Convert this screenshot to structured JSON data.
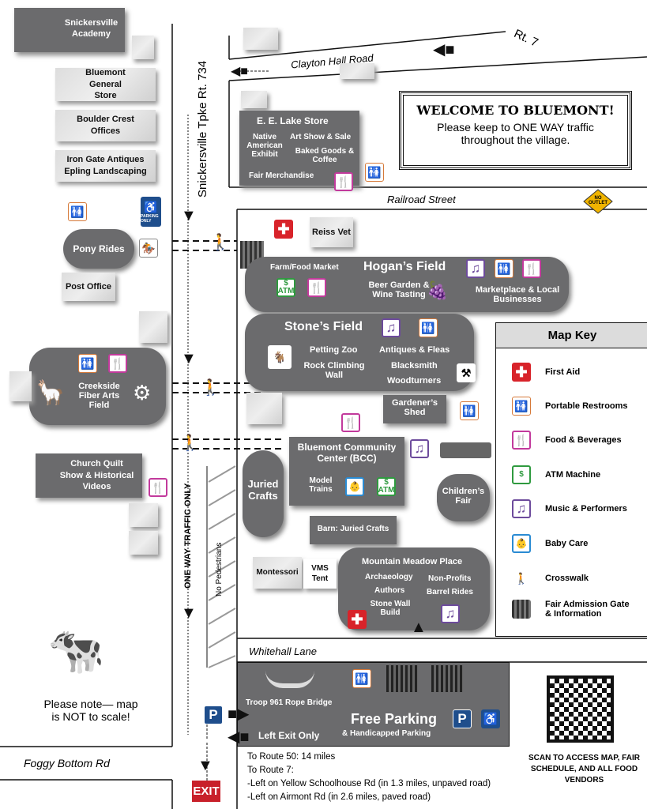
{
  "roads": {
    "clayton": "Clayton Hall Road",
    "rt7": "Rt. 7",
    "snickersville": "Snickersville Tpke Rt. 734",
    "railroad": "Railroad Street",
    "whitehall": "Whitehall Lane",
    "foggy": "Foggy Bottom Rd",
    "one_way": "ONE  WAY TRAFFIC ONLY",
    "no_ped": "No Pedestrians",
    "no_outlet": "NO OUTLET"
  },
  "welcome": {
    "title": "WELCOME TO BLUEMONT!",
    "text": "Please keep to ONE WAY traffic throughout the village."
  },
  "buildings": {
    "academy": "Snickersville Academy",
    "general_store": "Bluemont General Store",
    "boulder": "Boulder Crest Offices",
    "irongate": "Iron Gate Antiques",
    "epling": "Epling Landscaping",
    "pony": "Pony Rides",
    "post": "Post Office",
    "creekside": "Creekside Fiber Arts Field",
    "church": "Church Quilt Show & Historical Videos",
    "reiss": "Reiss Vet",
    "parking_only": "PARKING ONLY"
  },
  "lake_store": {
    "title": "E. E. Lake Store",
    "native": "Native American Exhibit",
    "art": "Art Show & Sale",
    "baked": "Baked Goods & Coffee",
    "merch": "Fair Merchandise"
  },
  "hogans": {
    "title": "Hogan’s Field",
    "farm": "Farm/Food Market",
    "beer": "Beer Garden & Wine Tasting",
    "market": "Marketplace & Local Businesses"
  },
  "stones": {
    "title": "Stone’s Field",
    "zoo": "Petting Zoo",
    "climb": "Rock Climbing Wall",
    "antiques": "Antiques & Fleas",
    "smith": "Blacksmith",
    "wood": "Woodturners"
  },
  "gardener": "Gardener’s Shed",
  "bcc": {
    "title": "Bluemont Community Center (BCC)",
    "trains": "Model Trains"
  },
  "juried": "Juried Crafts",
  "children": "Children’s Fair",
  "barn": "Barn: Juried Crafts",
  "montessori": "Montessori",
  "vms": "VMS Tent",
  "meadow": {
    "title": "Mountain Meadow Place",
    "arch": "Archaeology",
    "authors": "Authors",
    "stone": "Stone Wall Build",
    "nonprofit": "Non-Profits",
    "barrel": "Barrel Rides"
  },
  "parking": {
    "bridge": "Troop 961 Rope Bridge",
    "free": "Free Parking",
    "handicapped": "& Handicapped Parking",
    "left_exit": "Left Exit Only",
    "exit": "EXIT"
  },
  "note": "Please note— map is NOT to scale!",
  "directions": [
    "To Route 50: 14 miles",
    "To Route 7:",
    "-Left on Yellow Schoolhouse Rd (in 1.3 miles, unpaved road)",
    "-Left on Airmont Rd (in 2.6 miles, paved road)"
  ],
  "qr_text": "SCAN TO ACCESS MAP, FAIR SCHEDULE, AND ALL FOOD VENDORS",
  "icons": {
    "atm": "ATM",
    "first_aid": "FIRST AID",
    "p": "P"
  },
  "key": {
    "title": "Map Key",
    "items": [
      "First Aid",
      "Portable Restrooms",
      "Food & Beverages",
      "ATM Machine",
      "Music & Performers",
      "Baby Care",
      "Crosswalk",
      "Fair Admission Gate & Information"
    ]
  }
}
